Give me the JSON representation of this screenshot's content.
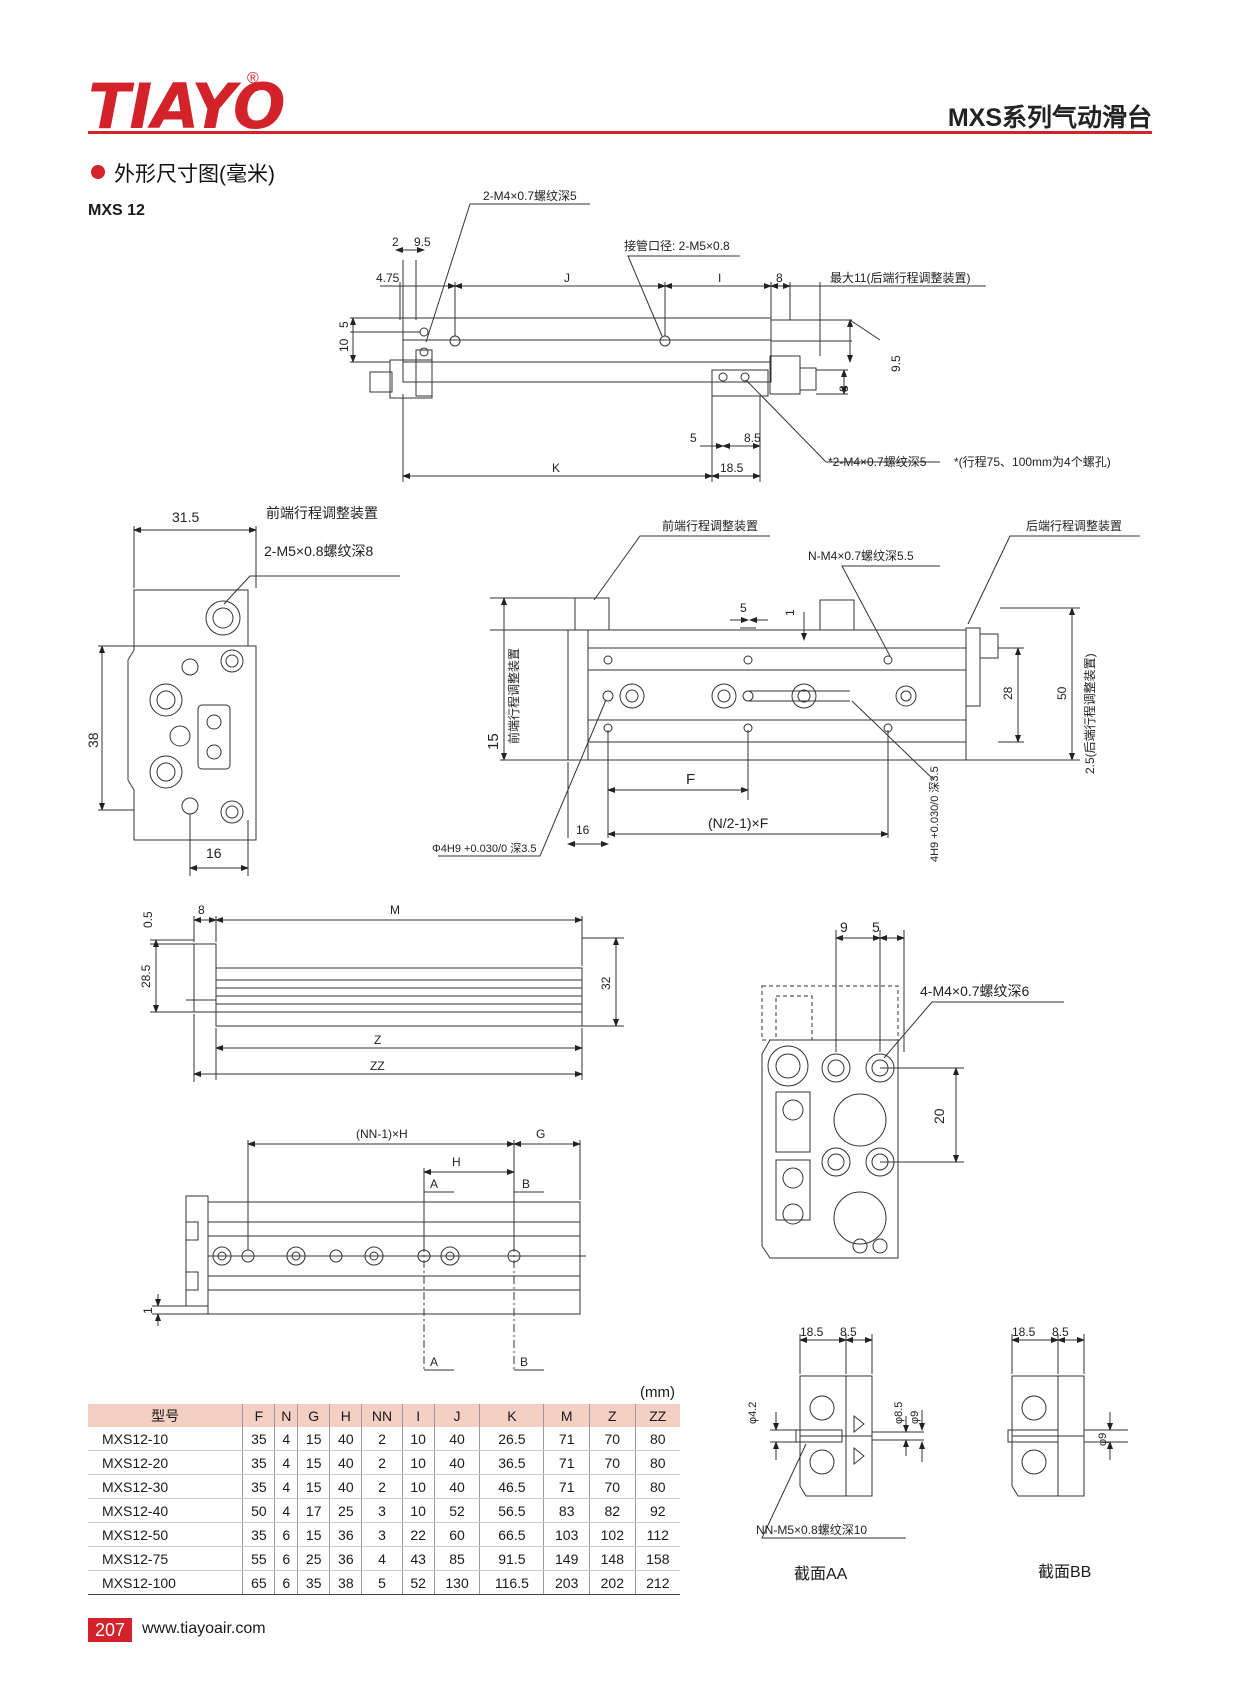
{
  "header": {
    "logo": "TIAYO",
    "logo_mark": "®",
    "series_title": "MXS系列气动滑台"
  },
  "section": {
    "title": "外形尺寸图(毫米)",
    "model": "MXS 12"
  },
  "top_view": {
    "note_tap_top": "2-M4×0.7螺纹深5",
    "note_port": "接管口径: 2-M5×0.8",
    "dim_2": "2",
    "dim_9_5": "9.5",
    "dim_4_75": "4.75",
    "dim_J": "J",
    "dim_I": "I",
    "dim_8": "8",
    "note_max11": "最大11(后端行程调整装置)",
    "dim_5": "5",
    "dim_10": "10",
    "dim_9_5_r": "9.5",
    "dim_8_r": "8",
    "dim_5_b": "5",
    "dim_8_5_b": "8.5",
    "dim_K": "K",
    "dim_18_5": "18.5",
    "note_tap_bottom": "*2-M4×0.7螺纹深5",
    "note_stroke": "*(行程75、100mm为4个螺孔)"
  },
  "end_view": {
    "dim_31_5": "31.5",
    "note_front_adj": "前端行程调整装置",
    "note_tap": "2-M5×0.8螺纹深8",
    "dim_38": "38",
    "dim_16": "16"
  },
  "bottom_view": {
    "note_front_adj": "前端行程调整装置",
    "note_rear_adj": "后端行程调整装置",
    "note_tap": "N-M4×0.7螺纹深5.5",
    "dim_5": "5",
    "dim_1": "1",
    "dim_15": "15",
    "label_front_adj_v": "前端行程调整装置",
    "dim_28": "28",
    "dim_50": "50",
    "label_rear_adj_v": "2.5(后端行程调整装置)",
    "dim_F": "F",
    "dim_nf": "(N/2-1)×F",
    "dim_16": "16",
    "note_hole": "Φ4H9 +0.030/0 深3.5",
    "note_slot": "4H9 +0.030/0 深3.5"
  },
  "side_view": {
    "dim_0_5": "0.5",
    "dim_8": "8",
    "dim_M": "M",
    "dim_28_5": "28.5",
    "dim_32": "32",
    "dim_Z": "Z",
    "dim_ZZ": "ZZ"
  },
  "front_view": {
    "dim_9": "9",
    "dim_5": "5",
    "note_tap": "4-M4×0.7螺纹深6",
    "dim_20": "20"
  },
  "plan_view": {
    "dim_nnh": "(NN-1)×H",
    "dim_G": "G",
    "dim_H": "H",
    "label_A": "A",
    "label_B": "B",
    "dim_1": "1"
  },
  "table": {
    "unit": "(mm)",
    "headers": [
      "型号",
      "F",
      "N",
      "G",
      "H",
      "NN",
      "I",
      "J",
      "K",
      "M",
      "Z",
      "ZZ"
    ],
    "rows": [
      [
        "MXS12-10",
        "35",
        "4",
        "15",
        "40",
        "2",
        "10",
        "40",
        "26.5",
        "71",
        "70",
        "80"
      ],
      [
        "MXS12-20",
        "35",
        "4",
        "15",
        "40",
        "2",
        "10",
        "40",
        "36.5",
        "71",
        "70",
        "80"
      ],
      [
        "MXS12-30",
        "35",
        "4",
        "15",
        "40",
        "2",
        "10",
        "40",
        "46.5",
        "71",
        "70",
        "80"
      ],
      [
        "MXS12-40",
        "50",
        "4",
        "17",
        "25",
        "3",
        "10",
        "52",
        "56.5",
        "83",
        "82",
        "92"
      ],
      [
        "MXS12-50",
        "35",
        "6",
        "15",
        "36",
        "3",
        "22",
        "60",
        "66.5",
        "103",
        "102",
        "112"
      ],
      [
        "MXS12-75",
        "55",
        "6",
        "25",
        "36",
        "4",
        "43",
        "85",
        "91.5",
        "149",
        "148",
        "158"
      ],
      [
        "MXS12-100",
        "65",
        "6",
        "35",
        "38",
        "5",
        "52",
        "130",
        "116.5",
        "203",
        "202",
        "212"
      ]
    ]
  },
  "section_aa": {
    "dim_18_5": "18.5",
    "dim_8_5": "8.5",
    "dim_4_2": "φ4.2",
    "dim_phi8_5": "φ8.5",
    "dim_phi9": "φ9",
    "note_tap": "NN-M5×0.8螺纹深10",
    "caption": "截面AA"
  },
  "section_bb": {
    "dim_18_5": "18.5",
    "dim_8_5": "8.5",
    "dim_phi9": "φ9",
    "caption": "截面BB"
  },
  "footer": {
    "page": "207",
    "website": "www.tiayoair.com"
  },
  "colors": {
    "brand_red": "#d4222b",
    "table_header": "#f3cfc4"
  }
}
